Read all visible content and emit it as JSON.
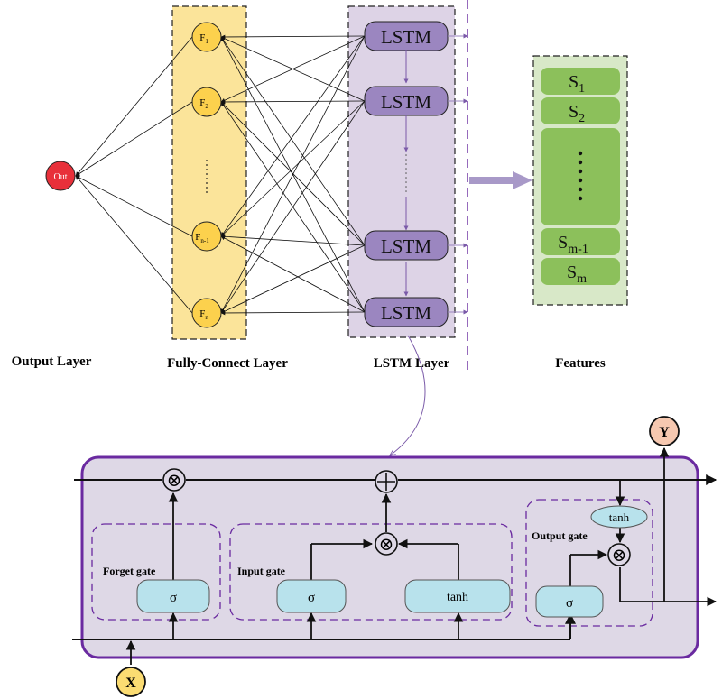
{
  "output_layer": {
    "node_label": "Out",
    "caption": "Output Layer",
    "node_color": "#e8303a"
  },
  "fc_layer": {
    "caption": "Fully-Connect Layer",
    "fill": "#fbe49a",
    "node_color": "#fcd14d",
    "nodes": [
      {
        "main": "F",
        "sub": "1"
      },
      {
        "main": "F",
        "sub": "2"
      },
      {
        "main": "F",
        "sub": "n-1"
      },
      {
        "main": "F",
        "sub": "n"
      }
    ]
  },
  "lstm_layer": {
    "caption": "LSTM Layer",
    "fill": "#ddd3e6",
    "cell_color": "#9b86c0",
    "cells": [
      "LSTM",
      "LSTM",
      "LSTM",
      "LSTM"
    ]
  },
  "features": {
    "caption": "Features",
    "outer_fill": "#d8e8c8",
    "item_color": "#8cc05b",
    "items": [
      {
        "main": "S",
        "sub": "1"
      },
      {
        "main": "S",
        "sub": "2"
      },
      {
        "main": "",
        "sub": ""
      },
      {
        "main": "S",
        "sub": "m-1"
      },
      {
        "main": "S",
        "sub": "m"
      }
    ]
  },
  "lstm_cell": {
    "fill": "#ded8e6",
    "border": "#6a2aa0",
    "gate_fill": "#b8e2ec",
    "input_label": "X",
    "output_label": "Y",
    "io_color": "#fbdc72",
    "y_color": "#f6c8b0",
    "multiply_symbol": "⊗",
    "add_symbol": "⊕",
    "gates": {
      "forget": {
        "label": "Forget gate",
        "fn": "σ"
      },
      "input": {
        "label": "Input gate",
        "fn_sigma": "σ",
        "fn_tanh": "tanh"
      },
      "output": {
        "label": "Output gate",
        "fn_sigma": "σ",
        "fn_tanh": "tanh"
      }
    }
  }
}
